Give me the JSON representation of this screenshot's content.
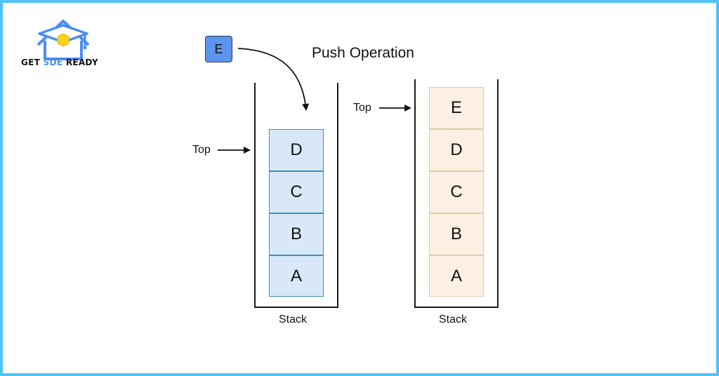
{
  "logo": {
    "text_part1": "GET",
    "text_part2": "SDE",
    "text_part3": "READY",
    "accent_color": "#4a8cf7",
    "icon": "graduation-house-logo"
  },
  "title": "Push Operation",
  "incoming_element": "E",
  "left_stack": {
    "label": "Stack",
    "top_label": "Top",
    "items_top_to_bottom": [
      "D",
      "C",
      "B",
      "A"
    ],
    "cell_color": "#d8e8f8",
    "border_color": "#3d8dbf"
  },
  "right_stack": {
    "label": "Stack",
    "top_label": "Top",
    "items_top_to_bottom": [
      "E",
      "D",
      "C",
      "B",
      "A"
    ],
    "cell_color": "#fbf0e3",
    "border_color": "#e2c9a6"
  },
  "frame_color": "#4fc3f7"
}
